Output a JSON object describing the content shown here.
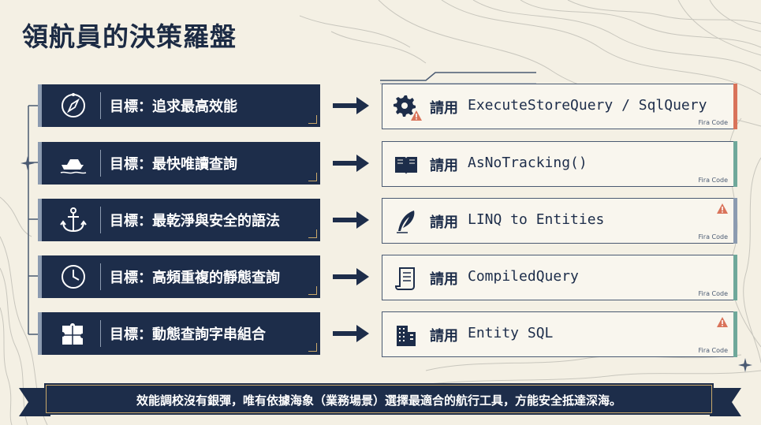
{
  "title": "領航員的決策羅盤",
  "rows": [
    {
      "goal": "目標：追求最高效能",
      "goal_icon": "compass-icon",
      "solution_prefix": "請用",
      "solution_code": "ExecuteStoreQuery / SqlQuery",
      "solution_icon": "gear-icon",
      "font_label": "Fira Code",
      "accent_color": "#d9735a",
      "warning": true
    },
    {
      "goal": "目標：最快唯讀查詢",
      "goal_icon": "speedboat-icon",
      "solution_prefix": "請用",
      "solution_code": "AsNoTracking()",
      "solution_icon": "open-book-icon",
      "font_label": "Fira Code",
      "accent_color": "#6fa89a",
      "warning": false
    },
    {
      "goal": "目標：最乾淨與安全的語法",
      "goal_icon": "anchor-icon",
      "solution_prefix": "請用",
      "solution_code": "LINQ to Entities",
      "solution_icon": "quill-icon",
      "font_label": "Fira Code",
      "accent_color": "#8c9bb0",
      "warning": true
    },
    {
      "goal": "目標：高頻重複的靜態查詢",
      "goal_icon": "clock-icon",
      "solution_prefix": "請用",
      "solution_code": "CompiledQuery",
      "solution_icon": "scroll-icon",
      "font_label": "Fira Code",
      "accent_color": "#6fa89a",
      "warning": false
    },
    {
      "goal": "目標：動態查詢字串組合",
      "goal_icon": "puzzle-icon",
      "solution_prefix": "請用",
      "solution_code": "Entity SQL",
      "solution_icon": "building-icon",
      "font_label": "Fira Code",
      "accent_color": "#6fa89a",
      "warning": true
    }
  ],
  "banner": "效能調校沒有銀彈，唯有依據海象（業務場景）選擇最適合的航行工具，方能安全抵達深海。",
  "colors": {
    "navy": "#1d2d4a",
    "paper": "#f4f0e4",
    "gold": "#c9a86a",
    "warning": "#d9735a"
  }
}
